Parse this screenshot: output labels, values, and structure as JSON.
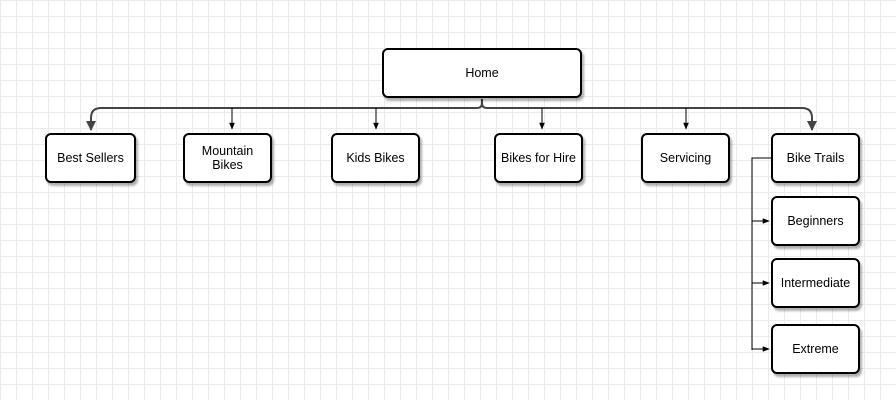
{
  "diagram": {
    "root": {
      "label": "Home"
    },
    "level1": [
      {
        "label": "Best Sellers"
      },
      {
        "label": "Mountain\nBikes"
      },
      {
        "label": "Kids Bikes"
      },
      {
        "label": "Bikes for Hire"
      },
      {
        "label": "Servicing"
      },
      {
        "label": "Bike Trails"
      }
    ],
    "bike_trails_children": [
      {
        "label": "Beginners"
      },
      {
        "label": "Intermediate"
      },
      {
        "label": "Extreme"
      }
    ]
  }
}
